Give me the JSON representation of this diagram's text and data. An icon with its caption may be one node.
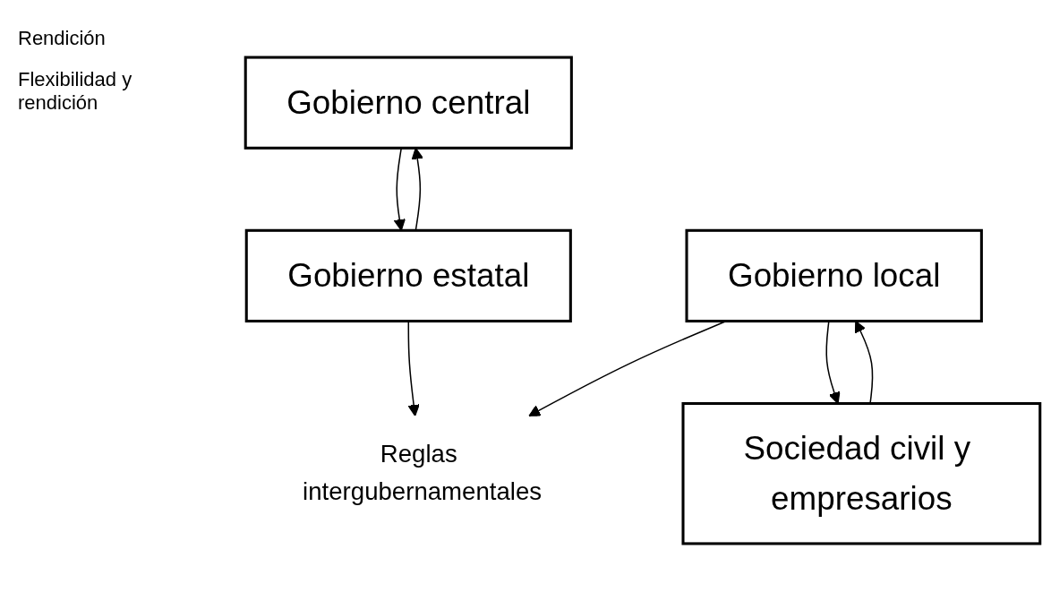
{
  "diagram": {
    "nodes": [
      {
        "text": [
          "Gobierno central"
        ]
      },
      {
        "text": [
          "Gobierno estatal"
        ]
      },
      {
        "text": [
          "Reglas intergubernamentales"
        ]
      },
      {
        "text": [
          "Gobierno local"
        ]
      },
      {
        "text": [
          "Sociedad civil y empresarios"
        ]
      }
    ],
    "edges": [
      {
        "from": 1,
        "to": 0,
        "arrow": "to"
      },
      {
        "from": 0,
        "to": 1,
        "arrow": "to"
      },
      {
        "from": 1,
        "to": 2,
        "arrow": "to"
      },
      {
        "from": 3,
        "to": 2,
        "arrow": "to"
      },
      {
        "from": 3,
        "to": 4,
        "arrow": "to"
      },
      {
        "from": 4,
        "to": 3,
        "arrow": "to"
      }
    ],
    "labels": [
      "Rendición",
      "Flexibilidad y rendición"
    ]
  }
}
